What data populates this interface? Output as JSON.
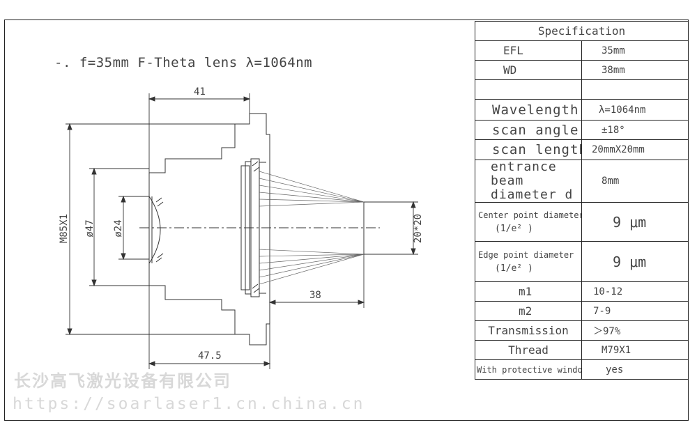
{
  "title": "-. f=35mm F-Theta lens   λ=1064nm",
  "dimensions": {
    "top_width": "41",
    "bottom_width": "47.5",
    "wd": "38",
    "outer_thread": "M85X1",
    "inner_dia": "ø47",
    "lens_dia": "ø24",
    "scan_field": "20*20"
  },
  "spec": {
    "header": "Specification",
    "rows": [
      {
        "label": "EFL",
        "value": "35mm"
      },
      {
        "label": "WD",
        "value": "38mm"
      },
      {
        "label": "",
        "value": ""
      },
      {
        "label": "Wavelength",
        "value": "λ=1064nm"
      },
      {
        "label": "scan angle",
        "value": "±18°"
      },
      {
        "label": "scan length",
        "value": "20mmX20mm"
      },
      {
        "label": "entrance beam diameter d",
        "value": "8mm"
      },
      {
        "label": "Center point diameter",
        "sub": "(1/e² )",
        "value": "9  μm"
      },
      {
        "label": "Edge point diameter",
        "sub": "(1/e² )",
        "value": "9  μm"
      },
      {
        "label": "m1",
        "value": "10-12"
      },
      {
        "label": "m2",
        "value": "7-9"
      },
      {
        "label": "Transmission",
        "value": "＞97%"
      },
      {
        "label": "Thread",
        "value": "M79X1"
      },
      {
        "label": "With protective window",
        "value": "yes"
      }
    ]
  },
  "watermark": {
    "company": "长沙高飞激光设备有限公司",
    "url": "https://soarlaser1.cn.china.cn"
  }
}
